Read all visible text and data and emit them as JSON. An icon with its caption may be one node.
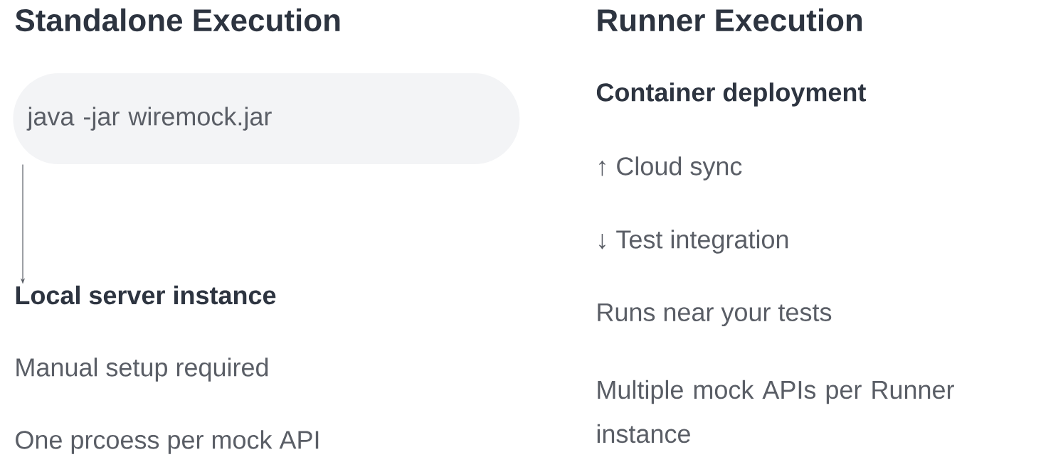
{
  "diagram": {
    "nodes": [
      {
        "text": [
          "java -jar wiremock.jar"
        ]
      },
      {
        "text": [
          "Local server instance"
        ]
      }
    ],
    "edges": [
      {
        "from": 0,
        "to": 1,
        "arrow": "to"
      }
    ],
    "labels": [
      "Standalone Execution",
      "Runner Execution",
      "Container deployment",
      "↑ Cloud sync",
      "↓ Test integration",
      "Manual setup required",
      "Runs near your tests",
      "One prcoess per mock API",
      "Multiple mock APIs per Runner instance"
    ]
  }
}
